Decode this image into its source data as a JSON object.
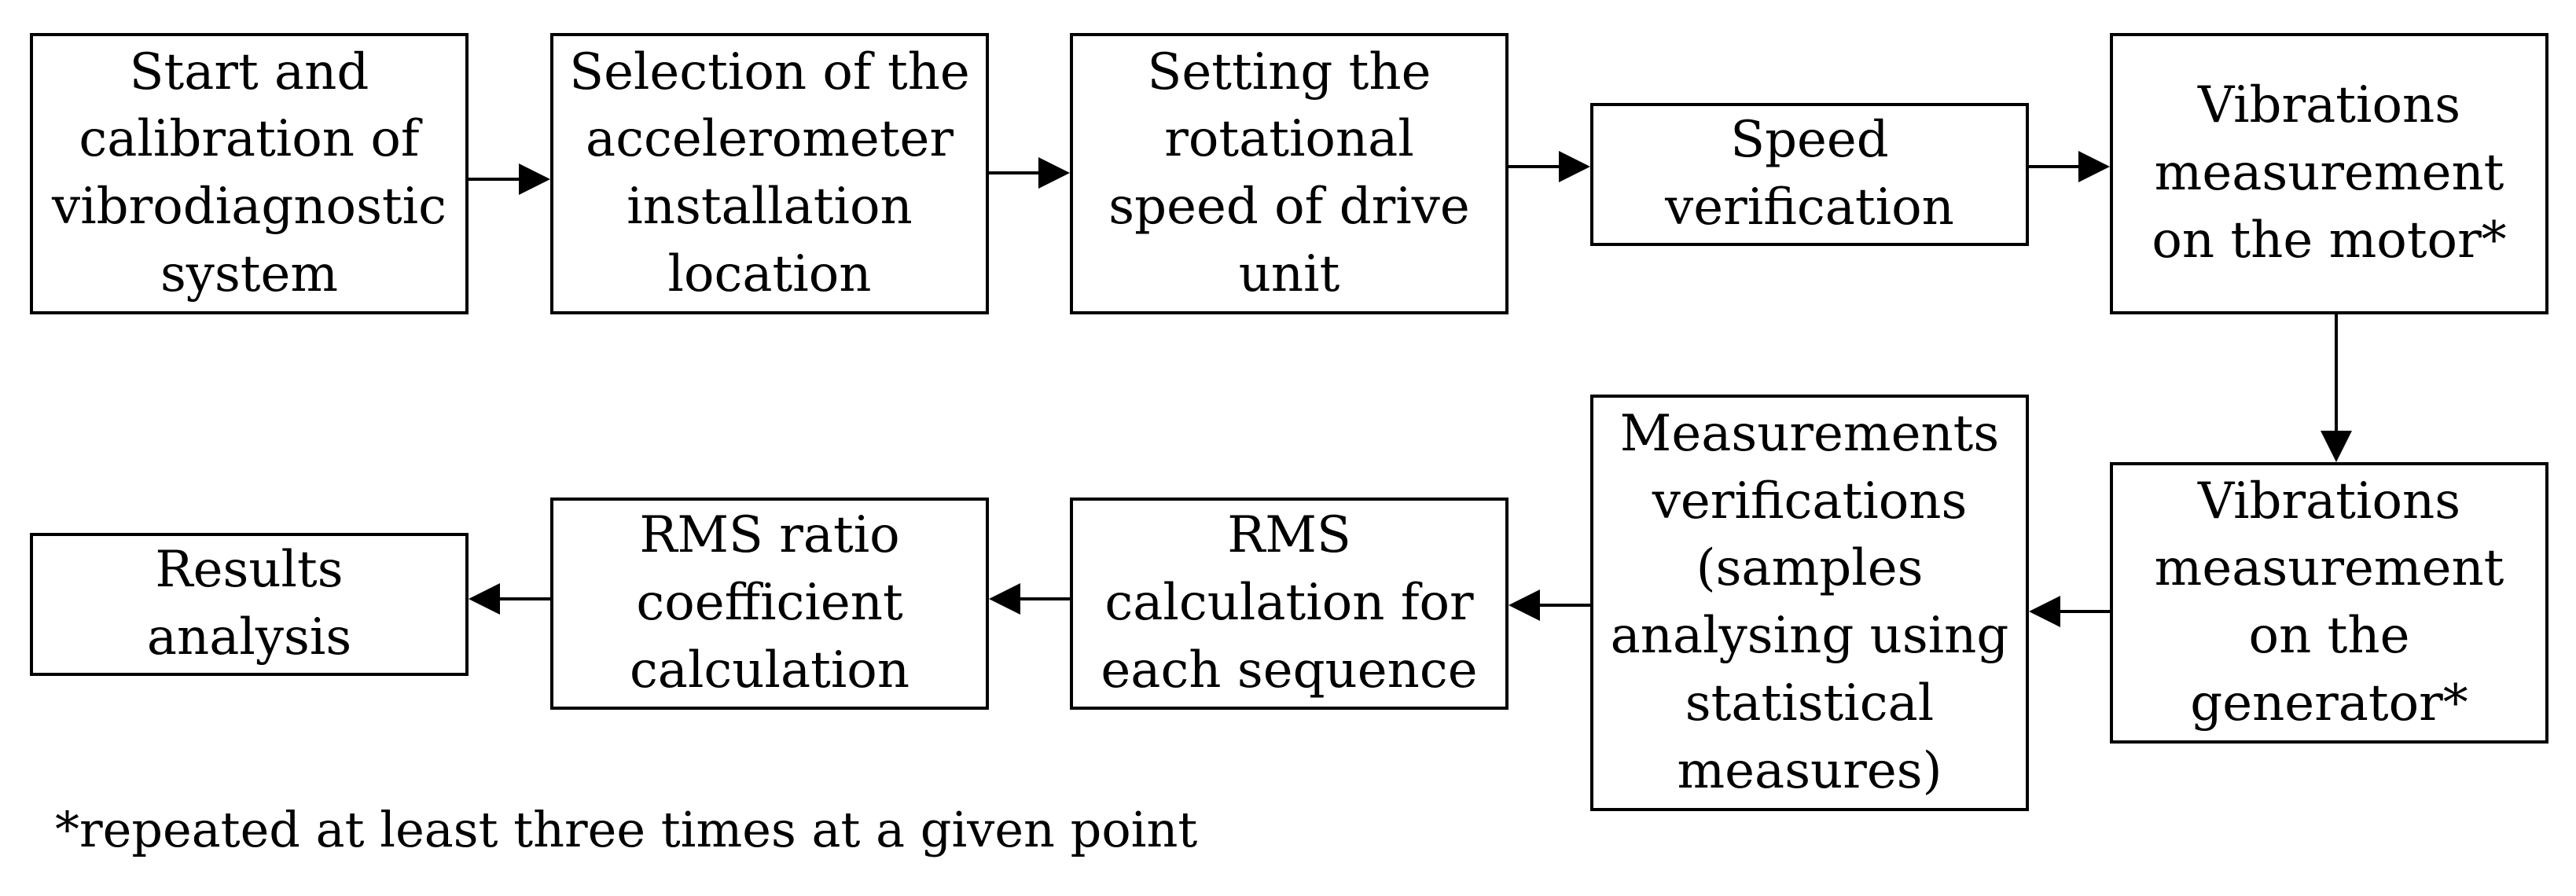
{
  "nodes": {
    "start": "Start and\ncalibration of\nvibrodiagnostic\nsystem",
    "selection": "Selection of the\naccelerometer\ninstallation\nlocation",
    "setting": "Setting the\nrotational\nspeed of drive\nunit",
    "speed": "Speed\nverification",
    "motor": "Vibrations\nmeasurement\non the motor*",
    "generator": "Vibrations\nmeasurement\non the\ngenerator*",
    "verifications": "Measurements\nverifications\n(samples\nanalysing using\nstatistical\nmeasures)",
    "rms_calc": "RMS\ncalculation for\neach sequence",
    "rms_ratio": "RMS ratio\ncoefficient\ncalculation",
    "results": "Results\nanalysis"
  },
  "footnote": "*repeated at least three times at a given point",
  "edges": [
    [
      "start",
      "selection"
    ],
    [
      "selection",
      "setting"
    ],
    [
      "setting",
      "speed"
    ],
    [
      "speed",
      "motor"
    ],
    [
      "motor",
      "generator"
    ],
    [
      "generator",
      "verifications"
    ],
    [
      "verifications",
      "rms_calc"
    ],
    [
      "rms_calc",
      "rms_ratio"
    ],
    [
      "rms_ratio",
      "results"
    ]
  ],
  "colors": {
    "stroke": "#000000",
    "background": "#ffffff"
  }
}
